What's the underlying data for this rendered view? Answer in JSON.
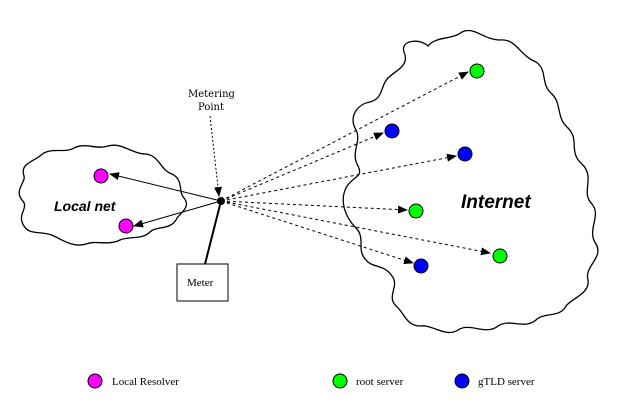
{
  "labels": {
    "local_net": "Local net",
    "internet": "Internet",
    "metering_point_line1": "Metering",
    "metering_point_line2": "Point",
    "meter": "Meter"
  },
  "legend": [
    {
      "label": "Local Resolver",
      "color": "#ff00ff"
    },
    {
      "label": "root server",
      "color": "#00ff00"
    },
    {
      "label": "gTLD server",
      "color": "#0000ff"
    }
  ],
  "colors": {
    "local_resolver": "#ff00ff",
    "root_server": "#00ff00",
    "gtld_server": "#0000ff"
  }
}
